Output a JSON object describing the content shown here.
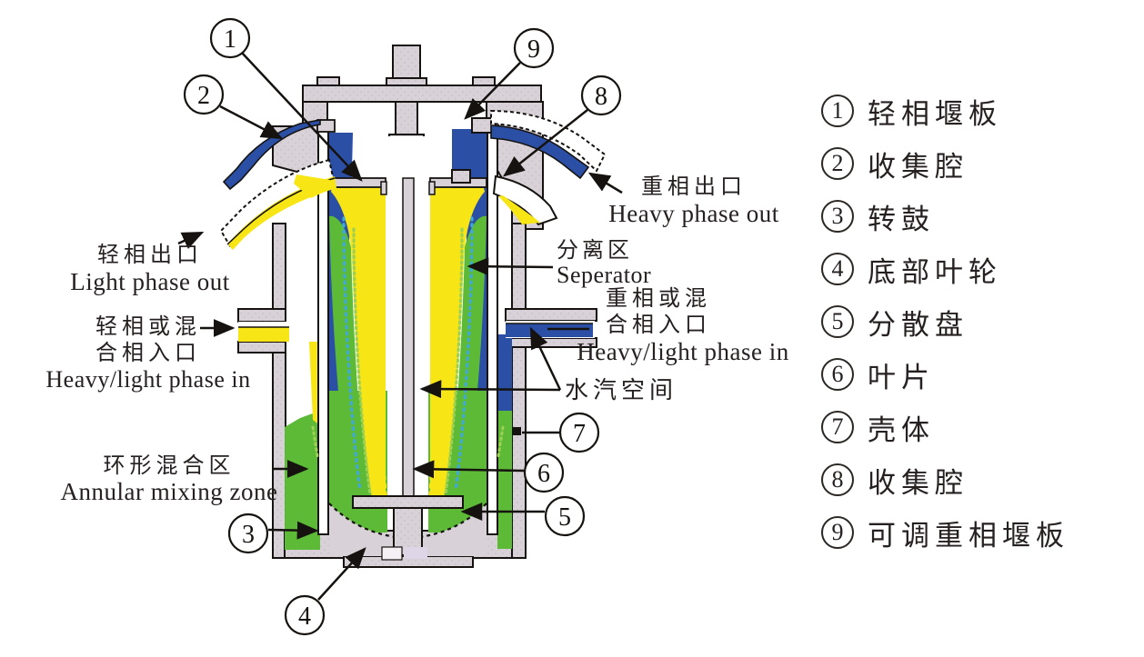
{
  "diagram": {
    "callouts": [
      {
        "num": "1"
      },
      {
        "num": "2"
      },
      {
        "num": "3"
      },
      {
        "num": "4"
      },
      {
        "num": "5"
      },
      {
        "num": "6"
      },
      {
        "num": "7"
      },
      {
        "num": "8"
      },
      {
        "num": "9"
      }
    ],
    "labels": {
      "light_phase_out": {
        "zh": "轻相出口",
        "en": "Light phase out"
      },
      "light_or_mixed_in": {
        "zh1": "轻相或混",
        "zh2": "合相入口",
        "en": "Heavy/light phase in"
      },
      "annular_mixing_zone": {
        "zh": "环形混合区",
        "en": "Annular mixing zone"
      },
      "heavy_phase_out": {
        "zh": "重相出口",
        "en": "Heavy phase out"
      },
      "separation_zone": {
        "zh": "分离区",
        "en": "Seperator"
      },
      "heavy_or_mixed_in": {
        "zh1": "重相或混",
        "zh2": "合相入口",
        "en": "Heavy/light phase in"
      },
      "vapor_space": {
        "zh": "水汽空间"
      }
    }
  },
  "legend": {
    "items": [
      {
        "num": "1",
        "label": "轻相堰板"
      },
      {
        "num": "2",
        "label": "收集腔"
      },
      {
        "num": "3",
        "label": "转鼓"
      },
      {
        "num": "4",
        "label": "底部叶轮"
      },
      {
        "num": "5",
        "label": "分散盘"
      },
      {
        "num": "6",
        "label": "叶片"
      },
      {
        "num": "7",
        "label": "壳体"
      },
      {
        "num": "8",
        "label": "收集腔"
      },
      {
        "num": "9",
        "label": "可调重相堰板"
      }
    ]
  },
  "colors": {
    "light_phase_yellow": "#f7e515",
    "heavy_phase_blue": "#2a4fa4",
    "mixed_phase_green": "#5cba37",
    "housing_gray": "#d8d2d8",
    "speckle_cyan": "#41a9d9",
    "speckle_light_green": "#9ed053",
    "outline": "#15120f",
    "background": "#ffffff",
    "text": "#262020"
  }
}
